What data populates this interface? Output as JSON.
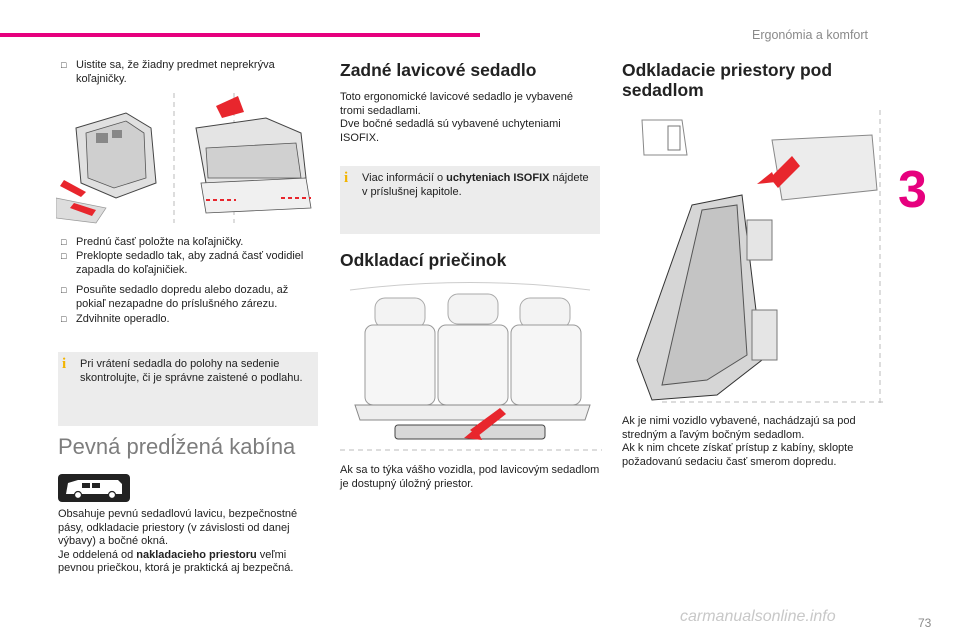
{
  "header": {
    "section_title": "Ergonómia a komfort",
    "chapter_number": "3",
    "page_number": "73"
  },
  "col1": {
    "bullet_top": "Uistite sa, že žiadny predmet neprekrýva koľajničky.",
    "bullets_mid": [
      "Prednú časť položte na koľajničky.",
      "Preklopte sedadlo tak, aby zadná časť vodidiel zapadla do koľajničiek."
    ],
    "bullets_low": [
      "Posuňte sedadlo dopredu alebo dozadu, až pokiaľ nezapadne do príslušného zárezu.",
      "Zdvihnite operadlo."
    ],
    "info_text": "Pri vrátení sedadla do polohy na sedenie skontrolujte, či je správne zaistené o podlahu.",
    "big_title": "Pevná predĺžená kabína",
    "para1": "Obsahuje pevnú sedadlovú lavicu, bezpečnostné pásy, odkladacie priestory (v závislosti od danej výbavy) a bočné okná.",
    "para2_prefix": "Je oddelená od ",
    "para2_bold": "nakladacieho priestoru",
    "para2_suffix": " veľmi pevnou priečkou, ktorá je praktická aj bezpečná."
  },
  "col2": {
    "title": "Zadné lavicové sedadlo",
    "para": "Toto ergonomické lavicové sedadlo je vybavené tromi sedadlami.",
    "para_b": "Dve bočné sedadlá sú vybavené uchyteniami ISOFIX.",
    "info_prefix": "Viac informácií o ",
    "info_bold": "uchyteniach ISOFIX",
    "info_suffix": " nájdete v príslušnej kapitole.",
    "title2": "Odkladací priečinok",
    "caption": "Ak sa to týka vášho vozidla, pod lavicovým sedadlom je dostupný úložný priestor."
  },
  "col3": {
    "title_line1": "Odkladacie priestory pod",
    "title_line2": "sedadlom",
    "para": "Ak je nimi vozidlo vybavené, nachádzajú sa pod stredným a ľavým bočným sedadlom.",
    "para_b": "Ak k nim chcete získať prístup z kabíny, sklopte požadovanú sedaciu časť smerom dopredu."
  },
  "watermark": "carmanualsonline.info",
  "colors": {
    "accent": "#e6007e",
    "info_icon": "#f2b400",
    "box_bg": "#ececec",
    "arrow": "#e8262d"
  }
}
